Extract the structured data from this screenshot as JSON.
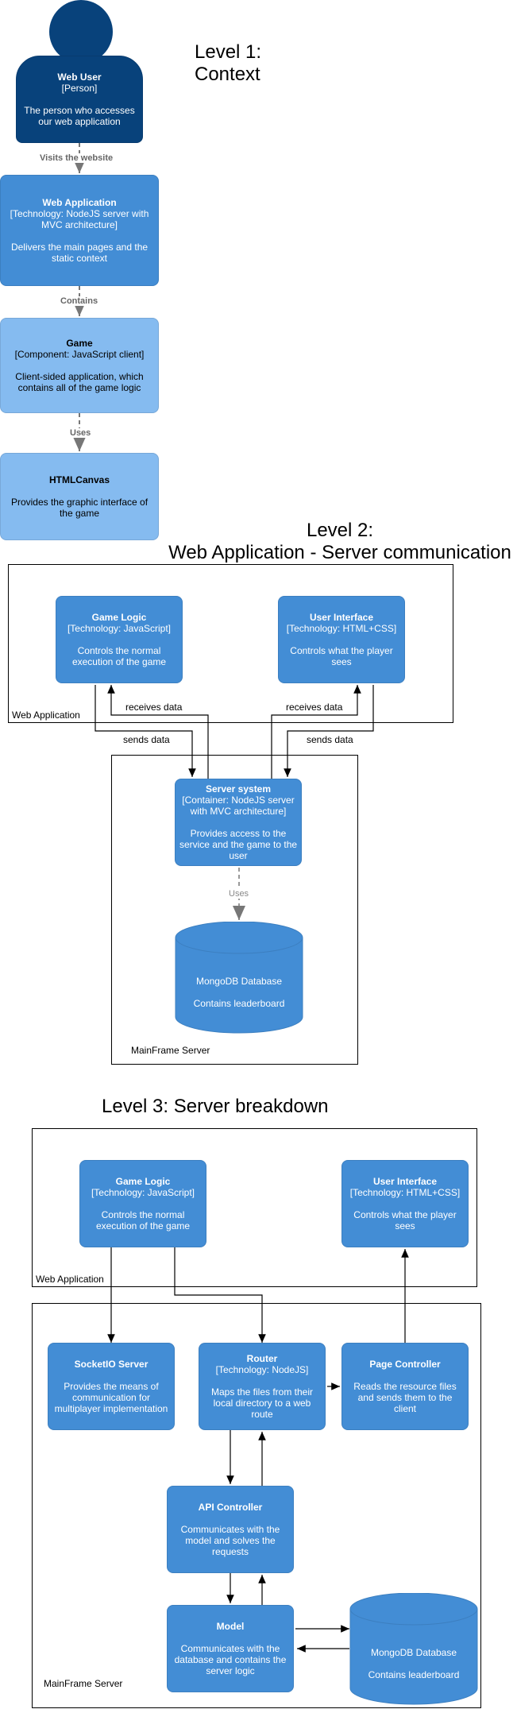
{
  "level1": {
    "heading_line1": "Level 1:",
    "heading_line2": "Context",
    "user": {
      "title": "Web User",
      "tech": "[Person]",
      "desc": "The person who accesses our web application"
    },
    "edge_user_app": "Visits the website",
    "web_app": {
      "title": "Web Application",
      "tech": "[Technology: NodeJS server with MVC architecture]",
      "desc": "Delivers the main pages and the static context"
    },
    "edge_app_game": "Contains",
    "game": {
      "title": "Game",
      "tech": "[Component: JavaScript client]",
      "desc": "Client-sided application, which contains all of the game logic"
    },
    "edge_game_canvas": "Uses",
    "canvas": {
      "title": "HTMLCanvas",
      "desc": "Provides the graphic interface of the game"
    }
  },
  "level2": {
    "heading_line1": "Level 2:",
    "heading_line2": "Web Application - Server communication",
    "web_app_frame": "Web Application",
    "server_frame": "MainFrame Server",
    "game_logic": {
      "title": "Game Logic",
      "tech": "[Technology: JavaScript]",
      "desc": "Controls the normal execution of the game"
    },
    "user_interface": {
      "title": "User Interface",
      "tech": "[Technology: HTML+CSS]",
      "desc": "Controls what the player sees"
    },
    "server_system": {
      "title": "Server system",
      "tech": "[Container: NodeJS server with MVC architecture]",
      "desc": "Provides access to the service and the game to the user"
    },
    "db": {
      "title": "MongoDB Database",
      "desc": "Contains leaderboard"
    },
    "receives_left": "receives data",
    "receives_right": "receives data",
    "sends_left": "sends data",
    "sends_right": "sends data",
    "uses": "Uses"
  },
  "level3": {
    "heading": "Level 3: Server breakdown",
    "web_app_frame": "Web Application",
    "server_frame": "MainFrame Server",
    "game_logic": {
      "title": "Game Logic",
      "tech": "[Technology: JavaScript]",
      "desc": "Controls the normal execution of the game"
    },
    "user_interface": {
      "title": "User Interface",
      "tech": "[Technology: HTML+CSS]",
      "desc": "Controls what the player sees"
    },
    "socketio": {
      "title": "SocketIO Server",
      "desc": "Provides the means of communication for multiplayer implementation"
    },
    "router": {
      "title": "Router",
      "tech": "[Technology: NodeJS]",
      "desc": "Maps the files from their local directory to a web route"
    },
    "page_controller": {
      "title": "Page Controller",
      "desc": "Reads the resource files and sends them to the client"
    },
    "api_controller": {
      "title": "API Controller",
      "desc": "Communicates with the model and solves the requests"
    },
    "model": {
      "title": "Model",
      "desc": "Communicates with the database and contains the server logic"
    },
    "db": {
      "title": "MongoDB Database",
      "desc": "Contains leaderboard"
    }
  },
  "colors": {
    "person": "#08427b",
    "container": "#438dd5",
    "component": "#85bbf0"
  }
}
